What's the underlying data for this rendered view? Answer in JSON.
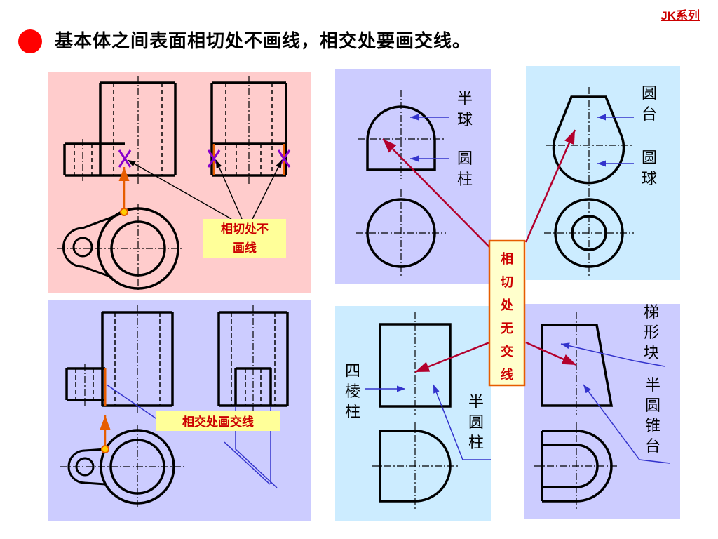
{
  "header": {
    "brand": "JK系列",
    "title": "基本体之间表面相切处不画线，相交处要画交线。"
  },
  "labels": {
    "tangent_no_line": [
      "相切处不",
      "画线"
    ],
    "intersect_draw_line": "相交处画交线",
    "tangent_no_intersection": [
      "相",
      "切",
      "处",
      "无",
      "交",
      "线"
    ],
    "hemisphere": [
      "半",
      "球"
    ],
    "cylinder": [
      "圆",
      "柱"
    ],
    "frustum": [
      "圆",
      "台"
    ],
    "sphere": [
      "圆",
      "球"
    ],
    "square_prism": [
      "四",
      "棱",
      "柱"
    ],
    "half_cylinder": [
      "半",
      "圆",
      "柱"
    ],
    "trapezoid_block": [
      "梯",
      "形",
      "块"
    ],
    "half_cone_frustum": [
      "半",
      "圆",
      "锥",
      "台"
    ]
  },
  "colors": {
    "panel_pink": "#ffcccc",
    "panel_lavender": "#ccccff",
    "panel_lightblue": "#ccecff",
    "label_yellow": "#ffff99",
    "callout_bg": "#ffffcc",
    "red_text": "#cc0000",
    "arrow_red": "#b3002d",
    "arrow_blue": "#3333cc",
    "mark_purple": "#8800cc",
    "line_orange": "#e65c00"
  }
}
